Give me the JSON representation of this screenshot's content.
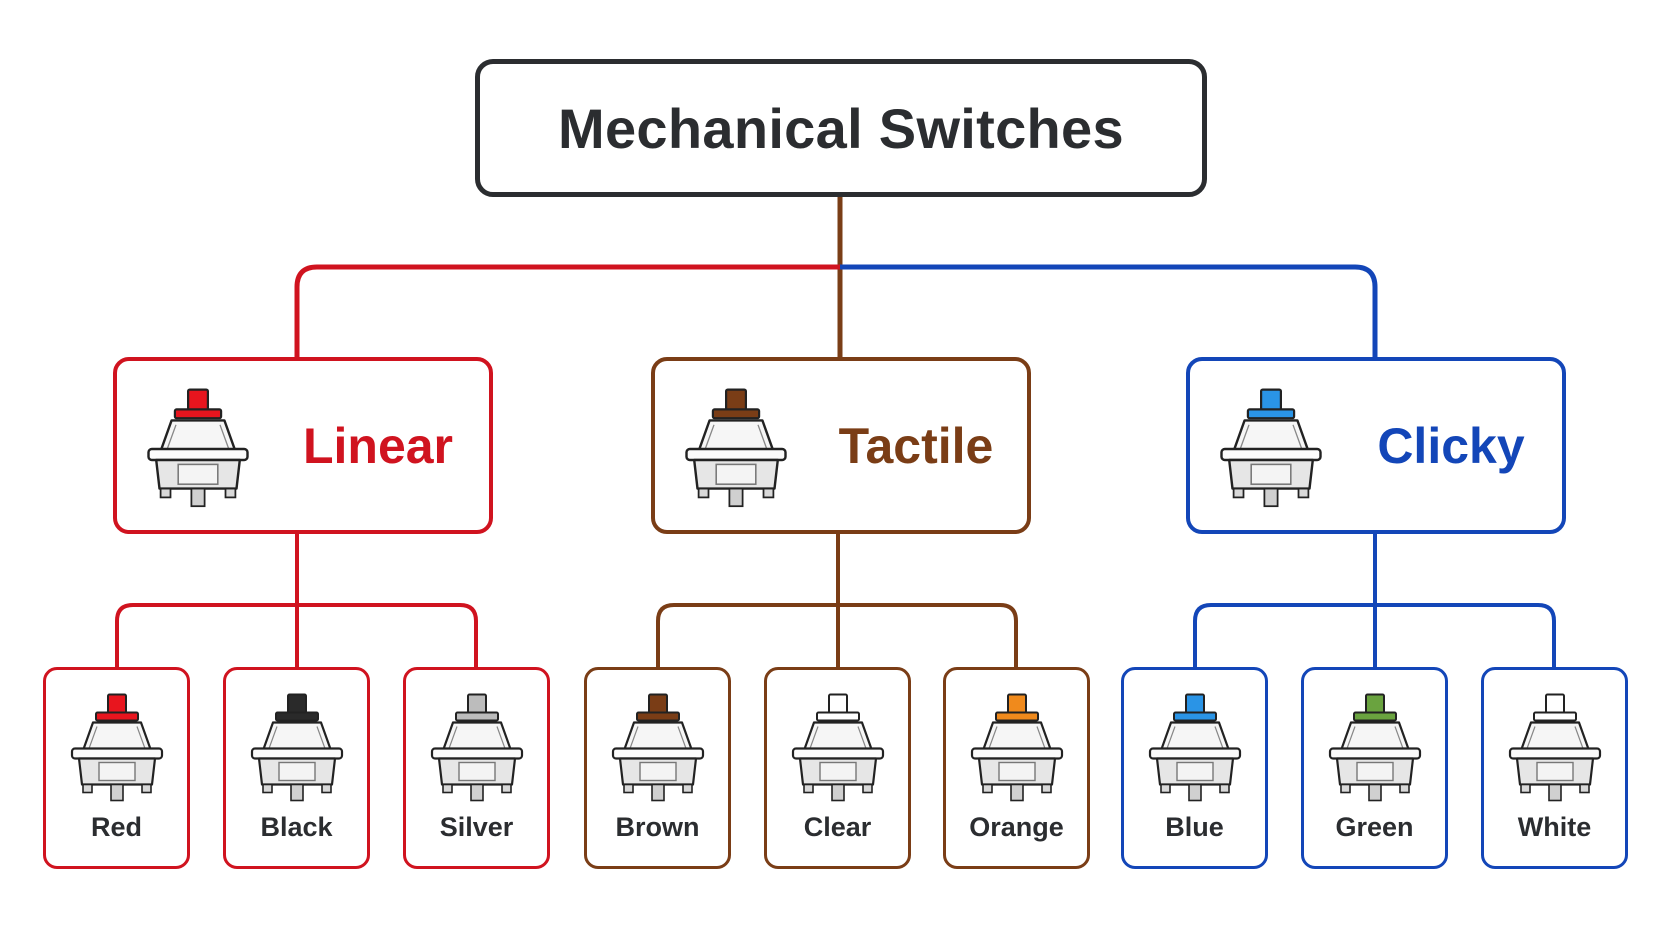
{
  "title": "Mechanical Switches",
  "categories": [
    {
      "label": "Linear",
      "color": "#d0131f",
      "stem_color": "#e8151e",
      "variants": [
        {
          "label": "Red",
          "stem_color": "#e8151e"
        },
        {
          "label": "Black",
          "stem_color": "#2a2a2a"
        },
        {
          "label": "Silver",
          "stem_color": "#bcbcbc"
        }
      ]
    },
    {
      "label": "Tactile",
      "color": "#7a3d16",
      "stem_color": "#7a3d16",
      "variants": [
        {
          "label": "Brown",
          "stem_color": "#7a3d16"
        },
        {
          "label": "Clear",
          "stem_color": "#ffffff"
        },
        {
          "label": "Orange",
          "stem_color": "#f08a1c"
        }
      ]
    },
    {
      "label": "Clicky",
      "color": "#1346b8",
      "stem_color": "#2a94e6",
      "variants": [
        {
          "label": "Blue",
          "stem_color": "#2a94e6"
        },
        {
          "label": "Green",
          "stem_color": "#6aa33f"
        },
        {
          "label": "White",
          "stem_color": "#ffffff"
        }
      ]
    }
  ]
}
